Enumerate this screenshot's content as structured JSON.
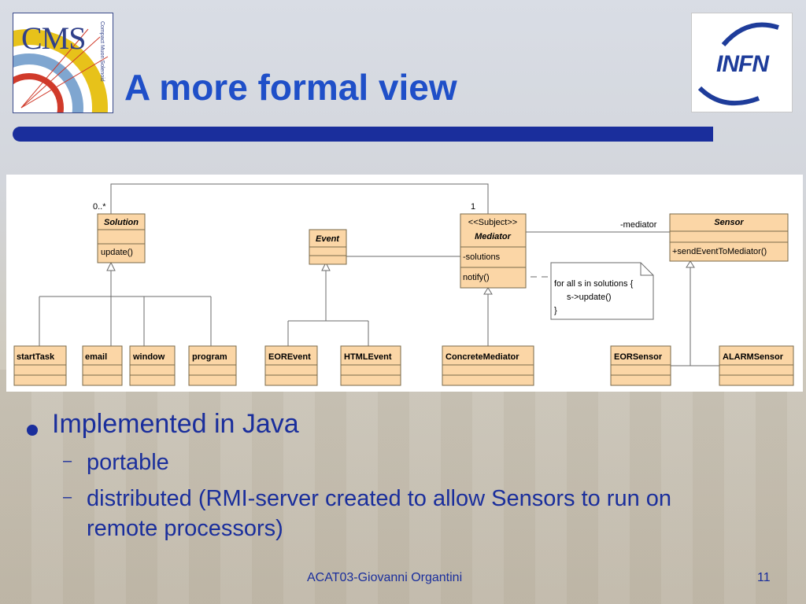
{
  "slide": {
    "title": "A more formal view",
    "bullets": [
      {
        "text": "Implemented in Java",
        "subitems": [
          {
            "marker": "–",
            "text": "portable"
          },
          {
            "marker": "–",
            "text": "distributed (RMI-server created to allow Sensors to run on"
          },
          {
            "marker": "",
            "text": "remote processors)"
          }
        ]
      }
    ],
    "footer": "ACAT03-Giovanni Organtini",
    "page_number": "11"
  },
  "logos": {
    "left": {
      "text": "CMS",
      "subtext": "Compact Muon Solenoid"
    },
    "right": {
      "text": "INFN"
    }
  },
  "diagram": {
    "classes": {
      "solution": {
        "name": "Solution",
        "method": "update()"
      },
      "event": {
        "name": "Event"
      },
      "mediator": {
        "stereotype": "<<Subject>>",
        "name": "Mediator",
        "attribute": "-solutions",
        "method": "notify()"
      },
      "sensor": {
        "name": "Sensor",
        "method": "+sendEventToMediator()"
      },
      "start_task": {
        "name": "startTask"
      },
      "email": {
        "name": "email"
      },
      "window": {
        "name": "window"
      },
      "program": {
        "name": "program"
      },
      "eor_event": {
        "name": "EOREvent"
      },
      "html_event": {
        "name": "HTMLEvent"
      },
      "concrete_mediator": {
        "name": "ConcreteMediator"
      },
      "eor_sensor": {
        "name": "EORSensor"
      },
      "alarm_sensor": {
        "name": "ALARMSensor"
      }
    },
    "multiplicity_solution": "0..*",
    "multiplicity_mediator": "1",
    "role_mediator": "-mediator",
    "note": {
      "line1": "for all s in solutions {",
      "line2": "s->update()",
      "line3": "}"
    },
    "colors": {
      "class_fill": "#fbd6a6",
      "class_border": "#7a6a4a",
      "note_fill": "#ffffff"
    }
  }
}
